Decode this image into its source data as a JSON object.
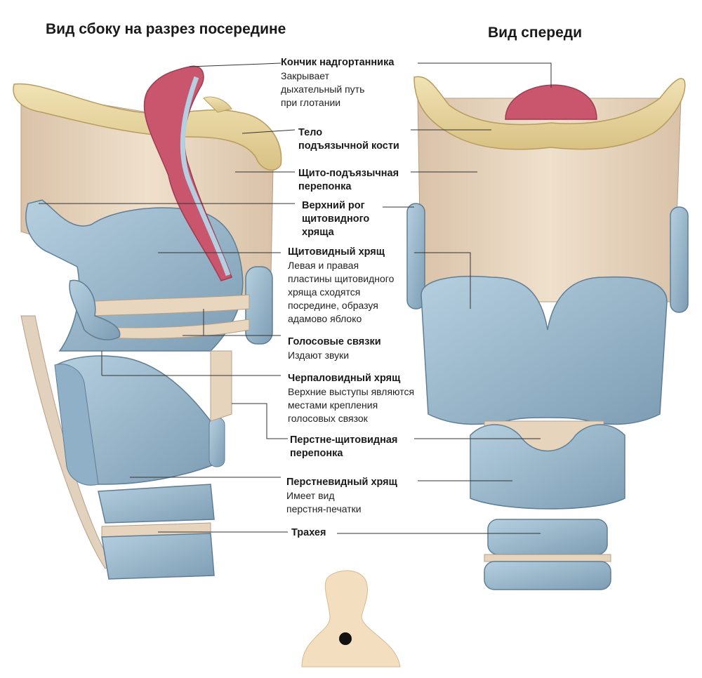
{
  "views": {
    "side": "Вид сбоку на разрез посередине",
    "front": "Вид спереди"
  },
  "labels": [
    {
      "id": "epiglottis-tip",
      "name": "Кончик надгортанника",
      "desc": [
        "Закрывает",
        "дыхательный путь",
        "при глотании"
      ]
    },
    {
      "id": "hyoid-body",
      "name": "Тело",
      "name2": "подъязычной кости",
      "desc": []
    },
    {
      "id": "thyrohyoid-membrane",
      "name": "Щито-подъязычная",
      "name2": "перепонка",
      "desc": []
    },
    {
      "id": "superior-horn",
      "name": "Верхний рог",
      "name2": "щитовидного",
      "name3": "хряща",
      "desc": []
    },
    {
      "id": "thyroid-cartilage",
      "name": "Щитовидный хрящ",
      "desc": [
        "Левая и правая",
        "пластины щитовидного",
        "хряща сходятся",
        "посредине, образуя",
        "адамово яблоко"
      ]
    },
    {
      "id": "vocal-cords",
      "name": "Голосовые связки",
      "desc": [
        "Издают звуки"
      ]
    },
    {
      "id": "arytenoid-cartilage",
      "name": "Черпаловидный хрящ",
      "desc": [
        "Верхние выступы являются",
        "местами крепления",
        "голосовых связок"
      ]
    },
    {
      "id": "cricothyroid-membrane",
      "name": "Перстне-щитовидная",
      "name2": "перепонка",
      "desc": []
    },
    {
      "id": "cricoid-cartilage",
      "name": "Перстневидный хрящ",
      "desc": [
        "Имеет вид",
        "перстня-печатки"
      ]
    },
    {
      "id": "trachea",
      "name": "Трахея",
      "desc": []
    }
  ],
  "colors": {
    "cartilage": "#9fbdd0",
    "cartilageDark": "#6e90a8",
    "bone": "#e9d7a3",
    "membrane": "#ead9c4",
    "muscle": "#dcc6ad",
    "epiglottis": "#c9566c",
    "line": "#333333"
  }
}
